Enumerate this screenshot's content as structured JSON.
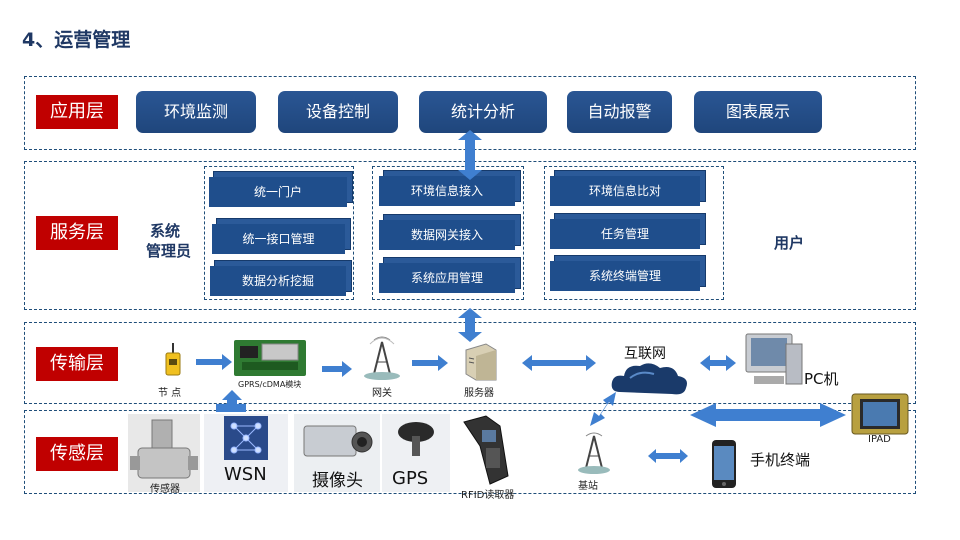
{
  "title": "4、运营管理",
  "layers": {
    "app": "应用层",
    "service": "服务层",
    "transport": "传输层",
    "sensing": "传感层"
  },
  "app_items": [
    "环境监测",
    "设备控制",
    "统计分析",
    "自动报警",
    "图表展示"
  ],
  "service": {
    "admin_line1": "系统",
    "admin_line2": "管理员",
    "col1": [
      "统一门户",
      "统一接口管理",
      "数据分析挖掘"
    ],
    "col2": [
      "环境信息接入",
      "数据网关接入",
      "系统应用管理"
    ],
    "col3": [
      "环境信息比对",
      "任务管理",
      "系统终端管理"
    ],
    "user": "用户"
  },
  "transport": {
    "node": "节  点",
    "gprs": "GPRS/cDMA模块",
    "gateway": "网关",
    "server": "服务器",
    "internet": "互联网",
    "pc": "PC机",
    "ipad": "IPAD"
  },
  "sensing": {
    "sensor": "传感器",
    "wsn": "WSN",
    "camera": "摄像头",
    "gps": "GPS",
    "rfid": "RFID读取器",
    "base": "基站",
    "phone": "手机终端"
  },
  "colors": {
    "layer_label": "#c00000",
    "box_blue": "#1f4e8c",
    "arrow": "#3f7fd0",
    "title": "#1f3864"
  }
}
